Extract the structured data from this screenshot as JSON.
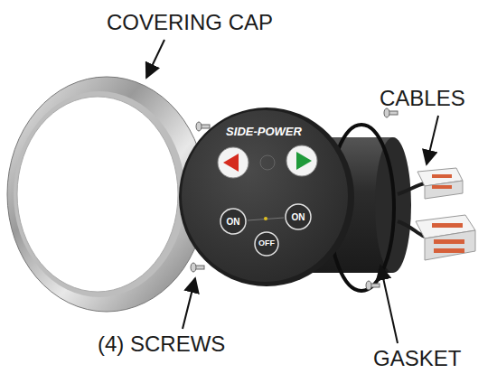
{
  "diagram": {
    "labels": [
      "COVERING CAP",
      "CABLES",
      "SIDE-POWER",
      "ON",
      "ON",
      "OFF",
      "(4) SCREWS",
      "GASKET"
    ]
  }
}
